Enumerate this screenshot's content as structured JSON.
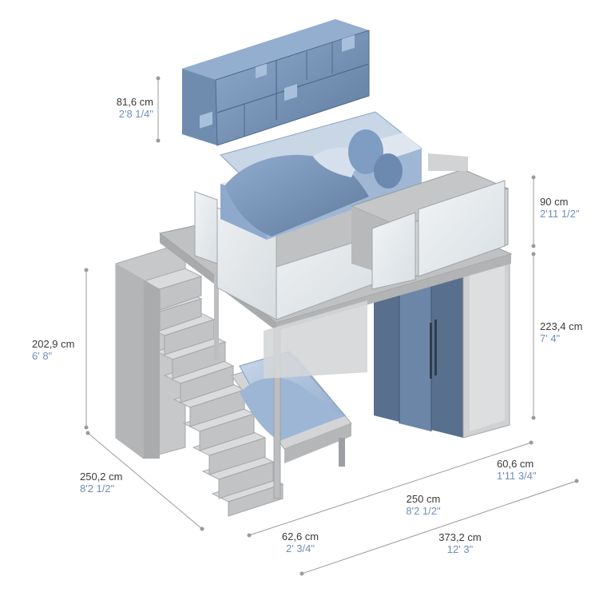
{
  "colors": {
    "panel_gray": "#c9cacb",
    "panel_dark": "#9c9fa3",
    "blue_dark": "#5f7a9c",
    "blue_mid": "#7f9dc2",
    "blue_light": "#b6c8e0",
    "glass": "#e7ecef",
    "dim_line": "#9a9a9a",
    "cm_text": "#3a3a3a",
    "inch_text": "#6f8fb8"
  },
  "dimensions": {
    "wall_unit_height": {
      "cm": "81,6 cm",
      "inch": "2'8 1/4\""
    },
    "top_cabinet_height": {
      "cm": "90 cm",
      "inch": "2'11 1/2\""
    },
    "overall_height": {
      "cm": "223,4 cm",
      "inch": "7' 4\""
    },
    "stairs_height": {
      "cm": "202,9 cm",
      "inch": "6' 8\""
    },
    "depth": {
      "cm": "250,2 cm",
      "inch": "8'2 1/2\""
    },
    "wardrobe_depth": {
      "cm": "60,6 cm",
      "inch": "1'11 3/4\""
    },
    "loft_width": {
      "cm": "250 cm",
      "inch": "8'2 1/2\""
    },
    "stairs_width": {
      "cm": "62,6 cm",
      "inch": "2' 3/4\""
    },
    "overall_width": {
      "cm": "373,2 cm",
      "inch": "12' 3\""
    }
  }
}
